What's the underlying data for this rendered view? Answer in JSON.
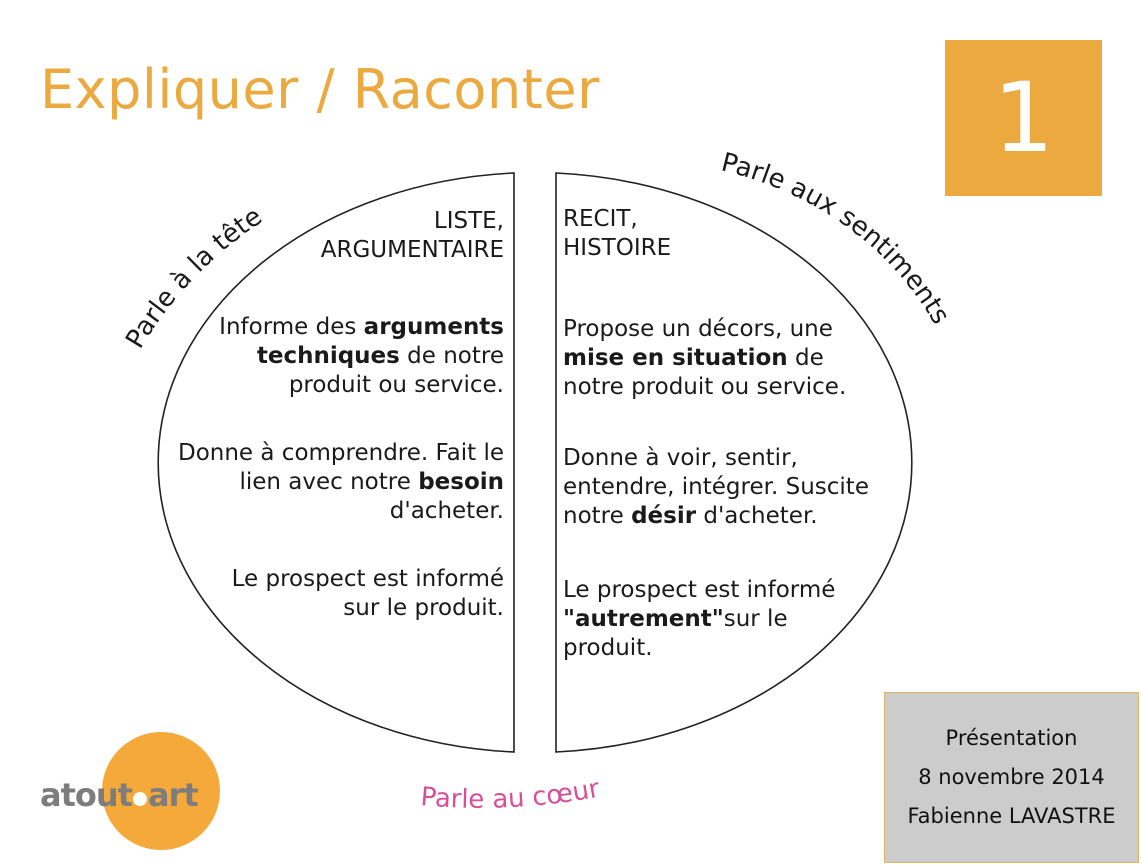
{
  "title": "Expliquer / Raconter",
  "slide_number": "1",
  "arcs": {
    "left": "Parle à la tête",
    "right": "Parle aux sentiments",
    "bottom": "Parle au cœur"
  },
  "left_half": {
    "heading": [
      "LISTE,",
      "ARGUMENTAIRE"
    ],
    "p1": [
      "Informe des ",
      "arguments",
      "techniques",
      " de notre",
      "produit ou service."
    ],
    "p2": [
      "Donne à comprendre. Fait le",
      "lien avec notre ",
      "besoin",
      "d'acheter."
    ],
    "p3": [
      "Le prospect est informé",
      "sur le produit."
    ]
  },
  "right_half": {
    "heading": [
      "RECIT,",
      "HISTOIRE"
    ],
    "p1": [
      "Propose un décors, une",
      "mise en situation",
      " de",
      "notre produit ou service."
    ],
    "p2": [
      "Donne à voir, sentir,",
      "entendre, intégrer. Suscite",
      "notre ",
      "désir",
      " d'acheter."
    ],
    "p3": [
      "Le prospect est informé",
      "\"autrement\"",
      "sur le",
      "produit."
    ]
  },
  "info": {
    "line1": "Présentation",
    "line2": "8 novembre 2014",
    "line3": "Fabienne LAVASTRE"
  },
  "logo": {
    "word1": "atout",
    "word2": "art"
  },
  "colors": {
    "accent": "#eba93f",
    "pink": "#d64f9a",
    "gray_box": "#cccccc",
    "logo_orange": "#f4a93a",
    "logo_gray": "#7d7d7d"
  }
}
